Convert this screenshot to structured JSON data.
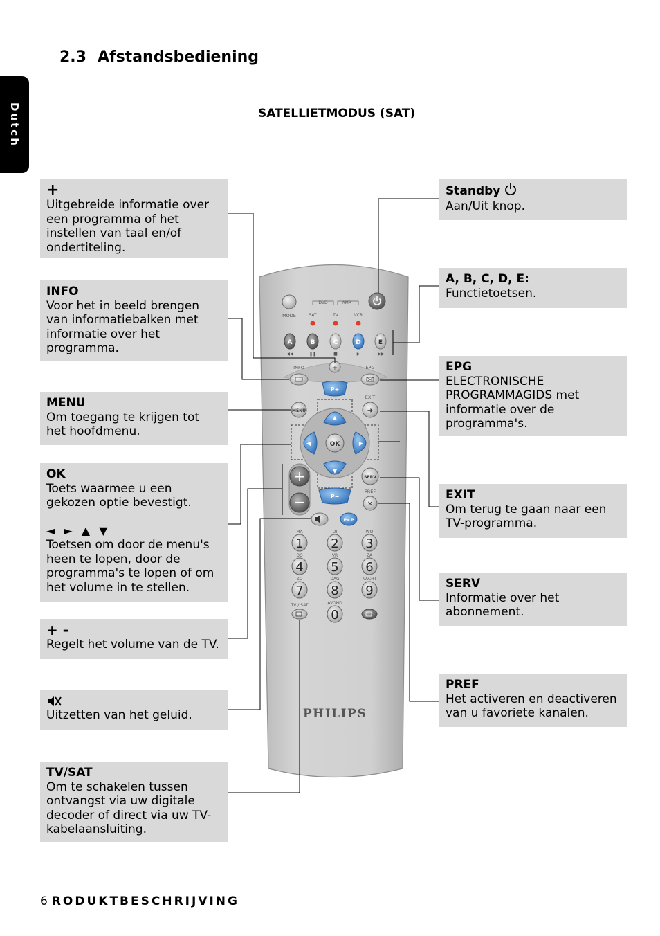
{
  "header": {
    "section_number": "2.3",
    "section_title": "Afstandsbediening",
    "language_tab": "Dutch"
  },
  "mode_title": "SATELLIETMODUS (SAT)",
  "left_boxes": [
    {
      "title": "+",
      "text": "Uitgebreide informatie over een programma of het instellen van taal en/of ondertiteling."
    },
    {
      "title": "INFO",
      "text": "Voor het in beeld brengen van informatiebalken met informatie over het programma."
    },
    {
      "title": "MENU",
      "text": "Om toegang te krijgen tot het hoofdmenu."
    },
    {
      "title": "OK",
      "text": "Toets waarmee u een gekozen optie bevestigt.",
      "arrows": "◄ ► ▲ ▼",
      "text2": "Toetsen om door de menu's heen te lopen, door de programma's te lopen of om het volume in te stellen."
    },
    {
      "title": "+ -",
      "text": "Regelt het volume van de TV."
    },
    {
      "title": "",
      "text": "Uitzetten van het geluid."
    },
    {
      "title": "TV/SAT",
      "text": "Om te schakelen tussen ontvangst via uw digitale decoder of direct via uw TV-kabelaansluiting."
    }
  ],
  "right_boxes": [
    {
      "title": "Standby",
      "text": "Aan/Uit knop."
    },
    {
      "title": "A, B, C, D, E:",
      "text": "Functietoetsen."
    },
    {
      "title": "EPG",
      "text": "ELECTRONISCHE PROGRAMMAGIDS met informatie over de programma's."
    },
    {
      "title": "EXIT",
      "text": "Om terug te gaan naar een TV-programma."
    },
    {
      "title": "SERV",
      "text": "Informatie over het abonnement."
    },
    {
      "title": "PREF",
      "text": "Het activeren en deactiveren van u favoriete kanalen."
    }
  ],
  "remote": {
    "brand": "PHILIPS",
    "mode_label": "MODE",
    "group_dvd": "DVD",
    "group_amp": "AMP",
    "mode_leds": [
      "SAT",
      "TV",
      "VCR"
    ],
    "function_keys": [
      "A",
      "B",
      "C",
      "D",
      "E"
    ],
    "transport_symbols": [
      "◀◀",
      "❚❚",
      "■",
      "▶",
      "▶▶"
    ],
    "info_label": "INFO",
    "epg_label": "EPG",
    "exit_label": "EXIT",
    "menu_label": "MENU",
    "ok_label": "OK",
    "p_plus": "P+",
    "p_minus": "P−",
    "serv_label": "SERV",
    "pref_label": "PREF",
    "pp_label": "P<P",
    "day_labels": [
      "MA",
      "DI",
      "WO",
      "DO",
      "VR",
      "ZA",
      "ZO",
      "DAG",
      "NACHT",
      "TV / SAT",
      "AVOND"
    ],
    "digits": [
      "1",
      "2",
      "3",
      "4",
      "5",
      "6",
      "7",
      "8",
      "9",
      "0"
    ],
    "colors": {
      "body": "#c9c9c9",
      "blue_key": "#4a90d9",
      "led_red": "#e23b2a",
      "dark_key": "#6e6e6e"
    }
  },
  "footer": {
    "page_number": "6",
    "title": "RODUKTBESCHRIJVING"
  }
}
